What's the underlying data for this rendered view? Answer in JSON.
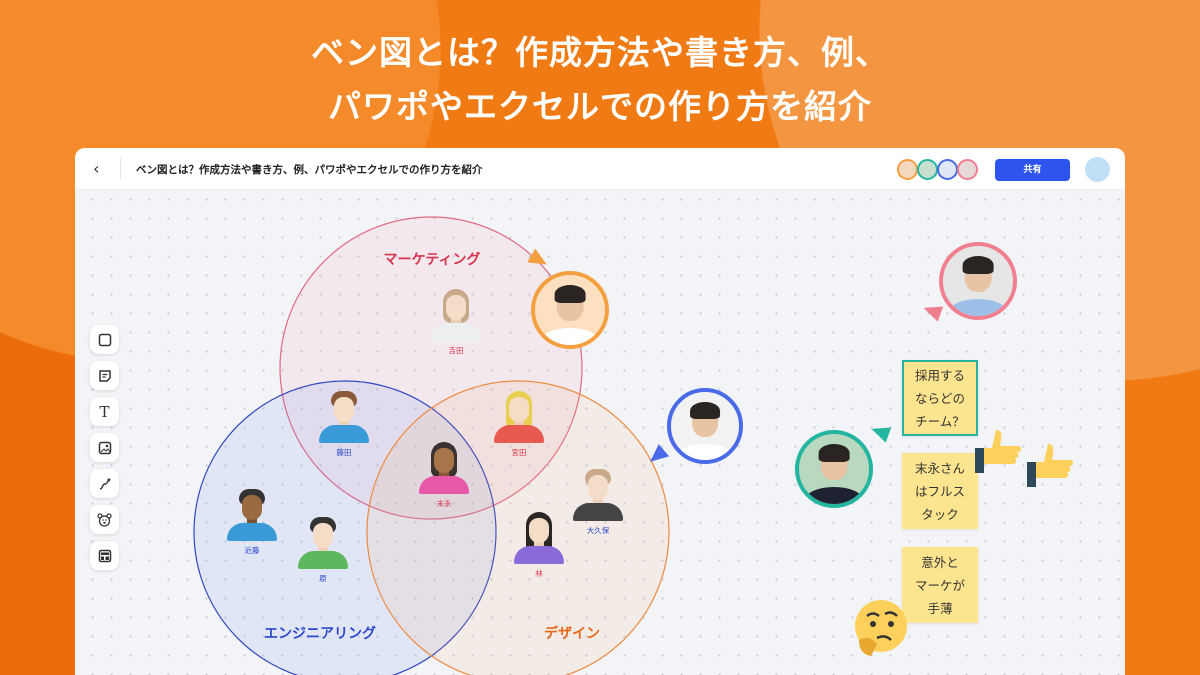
{
  "hero": {
    "line1": "ベン図とは？作成方法や書き方、例、",
    "line2": "パワポやエクセルでの作り方を紹介"
  },
  "header": {
    "back_icon": "chevron-left-icon",
    "back_glyph": "‹",
    "title": "ベン図とは？作成方法や書き方、例、パワポやエクセルでの作り方を紹介",
    "share_label": "共有"
  },
  "toolbar": {
    "tools": [
      "rectangle",
      "sticky-note",
      "text",
      "image",
      "connector",
      "stamp",
      "template"
    ],
    "text_glyph": "T"
  },
  "venn": {
    "sets": [
      {
        "label": "マーケティング",
        "color": "#d8344c"
      },
      {
        "label": "エンジニアリング",
        "color": "#2a48cc"
      },
      {
        "label": "デザイン",
        "color": "#e8681c"
      }
    ],
    "people": [
      "吉田",
      "藤田",
      "宮田",
      "末永",
      "近藤",
      "原",
      "林",
      "大久保"
    ]
  },
  "stickies": [
    {
      "text": "採用する\nならどの\nチーム？"
    },
    {
      "text": "末永さん\nはフルス\nタック"
    },
    {
      "text": "意外と\nマーケが\n手薄"
    }
  ],
  "colors": {
    "background": "#f07a14",
    "share": "#2e54f0",
    "sticky": "#fde48e",
    "teal": "#23b5a0",
    "orange": "#f5a040",
    "blue": "#4a6ae8",
    "pink": "#f08090"
  }
}
